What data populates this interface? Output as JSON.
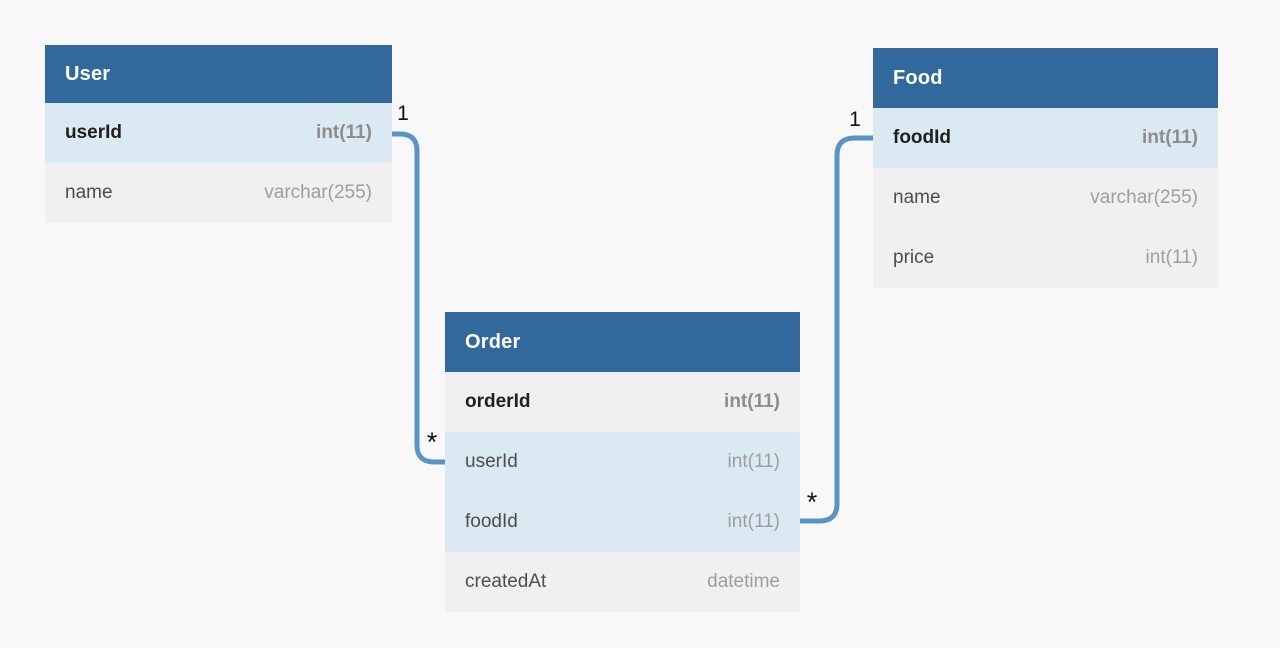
{
  "diagram": {
    "colors": {
      "canvas_bg": "#f8f8f8",
      "table_header_bg": "#31699c",
      "table_header_text": "#ffffff",
      "key_row_bg": "#dbe9f3",
      "row_bg": "#f0f0f0",
      "connector": "#5894c7",
      "pk_name_text": "#1f1f1f",
      "pk_type_text": "#8d8d8d",
      "field_name_text": "#4d4d4d",
      "field_type_text": "#9e9e9e",
      "cardinality_text": "#111111"
    }
  },
  "tables": [
    {
      "name": "User",
      "fields": [
        {
          "name": "userId",
          "type": "int(11)"
        },
        {
          "name": "name",
          "type": "varchar(255)"
        }
      ]
    },
    {
      "name": "Food",
      "fields": [
        {
          "name": "foodId",
          "type": "int(11)"
        },
        {
          "name": "name",
          "type": "varchar(255)"
        },
        {
          "name": "price",
          "type": "int(11)"
        }
      ]
    },
    {
      "name": "Order",
      "fields": [
        {
          "name": "orderId",
          "type": "int(11)"
        },
        {
          "name": "userId",
          "type": "int(11)"
        },
        {
          "name": "foodId",
          "type": "int(11)"
        },
        {
          "name": "createdAt",
          "type": "datetime"
        }
      ]
    }
  ],
  "relationships": [
    {
      "from_table": "User",
      "from_field": "userId",
      "from_cardinality": "1",
      "to_table": "Order",
      "to_field": "userId",
      "to_cardinality": "*"
    },
    {
      "from_table": "Food",
      "from_field": "foodId",
      "from_cardinality": "1",
      "to_table": "Order",
      "to_field": "foodId",
      "to_cardinality": "*"
    }
  ]
}
